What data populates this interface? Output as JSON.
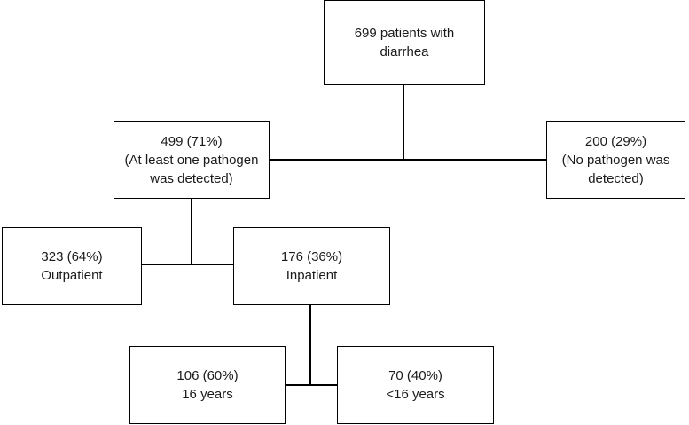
{
  "flowchart": {
    "root": {
      "lines": [
        "699 patients with",
        "diarrhea"
      ]
    },
    "positive": {
      "lines": [
        "499 (71%)",
        "(At least one pathogen",
        "was detected)"
      ]
    },
    "negative": {
      "lines": [
        "200 (29%)",
        "(No pathogen was",
        "detected)"
      ]
    },
    "outpatient": {
      "lines": [
        "323 (64%)",
        "Outpatient"
      ]
    },
    "inpatient": {
      "lines": [
        "176 (36%)",
        "Inpatient"
      ]
    },
    "age_ge16": {
      "lines": [
        "106 (60%)",
        "16 years"
      ]
    },
    "age_lt16": {
      "lines": [
        "70 (40%)",
        "<16 years"
      ]
    }
  },
  "colors": {
    "border": "#000000",
    "background": "#ffffff",
    "text": "#1a1a1a"
  }
}
